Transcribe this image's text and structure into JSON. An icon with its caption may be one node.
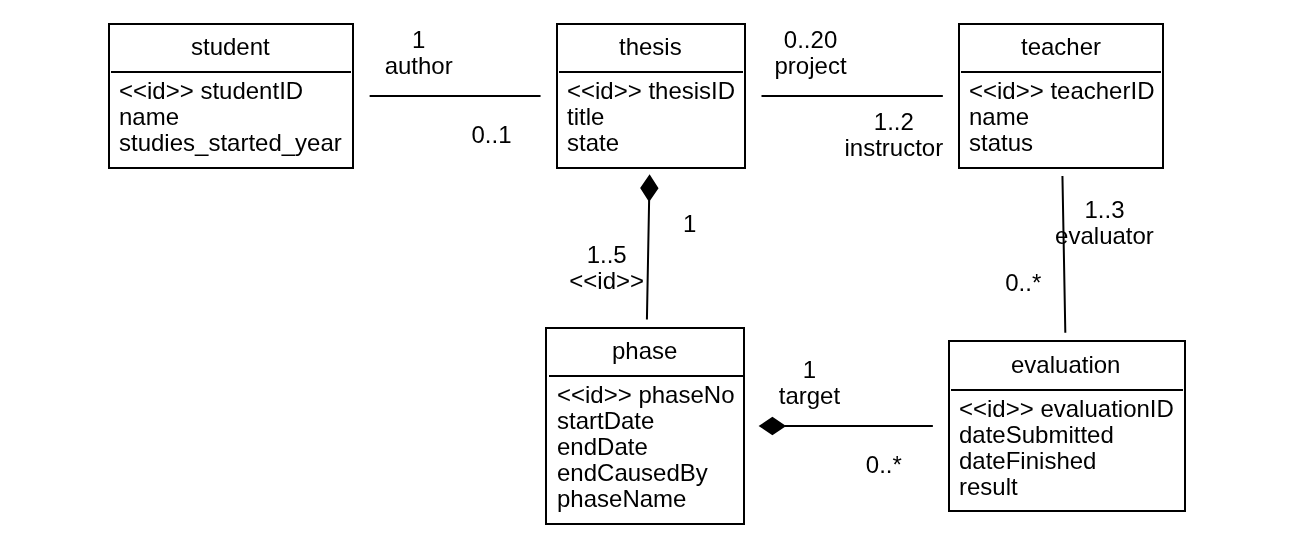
{
  "diagram": {
    "nodes": [
      {
        "text": [
          "student",
          "<<id>> studentID",
          "name",
          "studies_started_year"
        ]
      },
      {
        "text": [
          "thesis",
          "<<id>> thesisID",
          "title",
          "state"
        ]
      },
      {
        "text": [
          "teacher",
          "<<id>> teacherID",
          "name",
          "status"
        ]
      },
      {
        "text": [
          "phase",
          "<<id>> phaseNo",
          "startDate",
          "endDate",
          "endCausedBy",
          "phaseName"
        ]
      },
      {
        "text": [
          "evaluation",
          "<<id>> evaluationID",
          "dateSubmitted",
          "dateFinished",
          "result"
        ]
      }
    ],
    "edges": [
      {
        "from": 0,
        "to": 1,
        "arrow": "none"
      },
      {
        "from": 1,
        "to": 2,
        "arrow": "none"
      },
      {
        "from": 1,
        "to": 3,
        "arrow": "other"
      },
      {
        "from": 2,
        "to": 4,
        "arrow": "none"
      },
      {
        "from": 3,
        "to": 4,
        "arrow": "other"
      }
    ],
    "labels": [
      "1",
      "0..1",
      "0..20",
      "1..2",
      "author",
      "project",
      "instructor",
      "1..3",
      "evaluator",
      "1",
      "1..5",
      "<<id>>",
      "0..*",
      "1",
      "0..*",
      "target"
    ]
  }
}
